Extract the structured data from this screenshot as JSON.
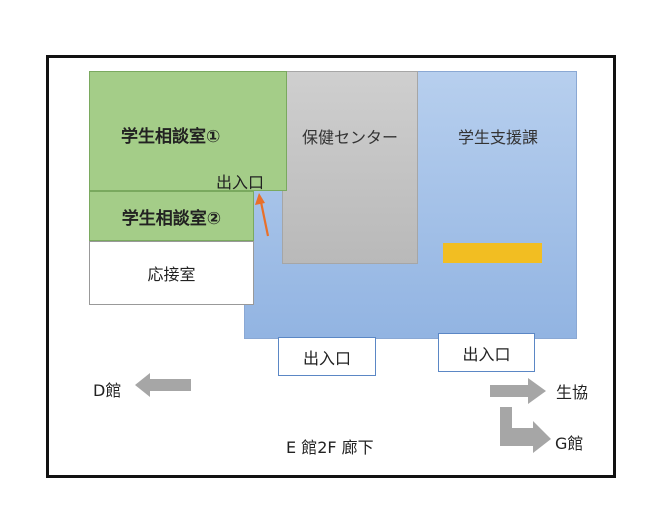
{
  "rooms": {
    "soudan1": "学生相談室①",
    "soudan1_exit": "出入口",
    "soudan2": "学生相談室②",
    "reception": "応接室",
    "hoken": "保健センター",
    "shien": "学生支援課"
  },
  "exits": {
    "left": "出入口",
    "right": "出入口"
  },
  "directions": {
    "d_building": "D館",
    "coop": "生協",
    "g_building": "G館"
  },
  "corridor": "E 館2F 廊下",
  "colors": {
    "blue_area": "#a4c2e9",
    "green_room": "#a4cd88",
    "gray_room": "#c4c4c4",
    "yellow_bar": "#f2be22",
    "orange_arrow": "#e8702a",
    "gray_arrow": "#a6a6a6"
  }
}
